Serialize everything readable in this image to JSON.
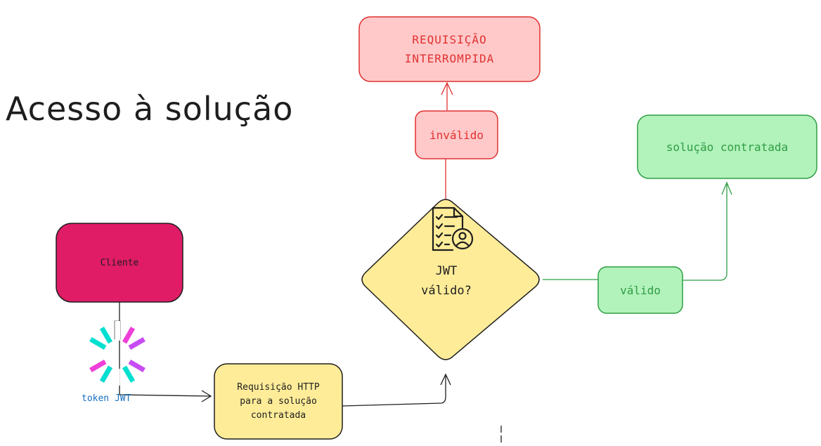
{
  "title": "Acesso à solução",
  "nodes": {
    "cliente": "Cliente",
    "requisicao_http": "Requisição HTTP\npara a solução\ncontratada",
    "jwt_valido": "JWT\nválido?",
    "invalido": "inválido",
    "interrompida": "REQUISIÇÃO\nINTERROMPIDA",
    "valido": "válido",
    "solucao": "solução contratada"
  },
  "token_label": "token JWT",
  "colors": {
    "cliente_fill": "#e01c66",
    "yellow_fill": "#ffec99",
    "red_fill": "#ffc9c9",
    "red_text": "#e03131",
    "green_fill": "#b2f2bb",
    "green_text": "#2f9e44",
    "stroke": "#1e1e1e",
    "jwt_cyan": "#00e0d0",
    "jwt_pink": "#ef3fd8",
    "jwt_purple": "#c74bf3"
  }
}
